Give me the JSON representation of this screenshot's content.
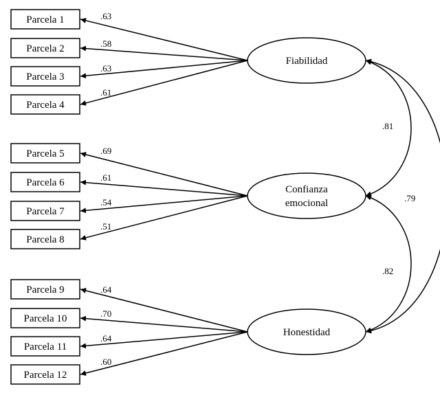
{
  "indicators": [
    {
      "label": "Parcela 1",
      "loading": ".63"
    },
    {
      "label": "Parcela 2",
      "loading": ".58"
    },
    {
      "label": "Parcela 3",
      "loading": ".63"
    },
    {
      "label": "Parcela 4",
      "loading": ".61"
    },
    {
      "label": "Parcela 5",
      "loading": ".69"
    },
    {
      "label": "Parcela 6",
      "loading": ".61"
    },
    {
      "label": "Parcela 7",
      "loading": ".54"
    },
    {
      "label": "Parcela 8",
      "loading": ".51"
    },
    {
      "label": "Parcela 9",
      "loading": ".64"
    },
    {
      "label": "Parcela 10",
      "loading": ".70"
    },
    {
      "label": "Parcela 11",
      "loading": ".64"
    },
    {
      "label": "Parcela 12",
      "loading": ".60"
    }
  ],
  "factors": [
    {
      "lines": [
        "Fiabilidad"
      ]
    },
    {
      "lines": [
        "Confianza",
        "emocional"
      ]
    },
    {
      "lines": [
        "Honestidad"
      ]
    }
  ],
  "correlations": [
    {
      "from": 0,
      "to": 1,
      "value": ".81"
    },
    {
      "from": 1,
      "to": 2,
      "value": ".82"
    },
    {
      "from": 0,
      "to": 2,
      "value": ".79"
    }
  ]
}
